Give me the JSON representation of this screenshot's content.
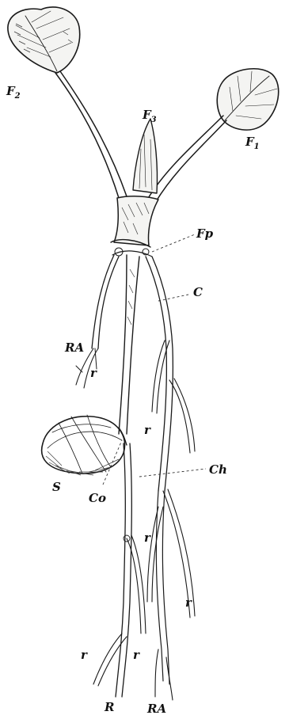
{
  "figure": {
    "labels": {
      "F2": {
        "main": "F",
        "sub": "2"
      },
      "F3": {
        "main": "F",
        "sub": "3"
      },
      "F1": {
        "main": "F",
        "sub": "1"
      },
      "Fp": "Fp",
      "C": "C",
      "RA_upper": "RA",
      "r_upper_left": "r",
      "r_mid": "r",
      "S": "S",
      "Co": "Co",
      "Ch": "Ch",
      "r_lower_mid": "r",
      "r_lower_right": "r",
      "r_bottom_left": "r",
      "r_bottom_mid": "r",
      "R": "R",
      "RA_bottom": "RA"
    }
  }
}
